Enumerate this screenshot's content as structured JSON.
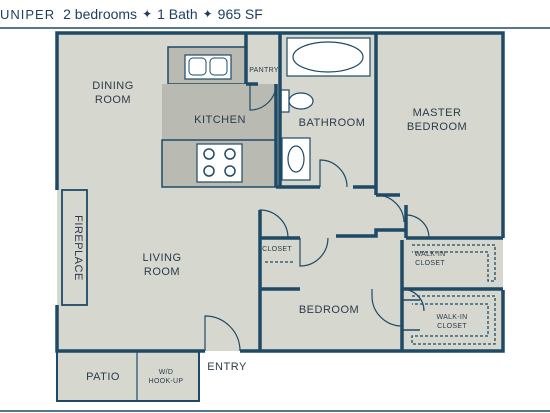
{
  "header": {
    "name": "UNIPER",
    "bedrooms": "2 bedrooms",
    "bath": "1 Bath",
    "area": "965 SF",
    "separator": "✦"
  },
  "rooms": {
    "dining_line1": "DINING",
    "dining_line2": "ROOM",
    "kitchen": "KITCHEN",
    "pantry": "PANTRY",
    "bathroom": "BATHROOM",
    "master_line1": "MASTER",
    "master_line2": "BEDROOM",
    "fireplace": "FIREPLACE",
    "living_line1": "LIVING",
    "living_line2": "ROOM",
    "closet": "CLOSET",
    "walkin1_line1": "WALK-IN",
    "walkin1_line2": "CLOSET",
    "walkin2_line1": "WALK-IN",
    "walkin2_line2": "CLOSET",
    "bedroom": "BEDROOM",
    "patio": "PATIO",
    "wd_line1": "W/D",
    "wd_line2": "HOOK-UP",
    "entry": "ENTRY"
  },
  "colors": {
    "wall": "#1f4a66",
    "floor": "#d6d7cf",
    "kitchen": "#b9bab2",
    "background": "#ffffff",
    "text": "#2b3b4a"
  }
}
